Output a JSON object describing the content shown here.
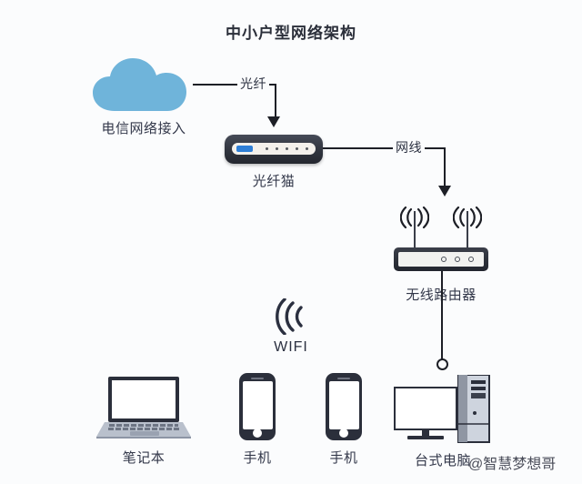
{
  "title": "中小户型网络架构",
  "nodes": {
    "cloud": {
      "label": "电信网络接入",
      "icon": "cloud-icon",
      "color": "#6fb4da"
    },
    "modem": {
      "label": "光纤猫",
      "icon": "modem-icon",
      "led_color": "#2f7fd6"
    },
    "router": {
      "label": "无线路由器",
      "icon": "wireless-router-icon"
    },
    "laptop": {
      "label": "笔记本",
      "icon": "laptop-icon"
    },
    "phone1": {
      "label": "手机",
      "icon": "smartphone-icon"
    },
    "phone2": {
      "label": "手机",
      "icon": "smartphone-icon"
    },
    "desktop": {
      "label": "台式电脑",
      "icon": "desktop-computer-icon"
    }
  },
  "links": {
    "fiber": {
      "label": "光纤"
    },
    "ethernet": {
      "label": "网线"
    }
  },
  "wifi": {
    "label": "WIFI",
    "icon": "wifi-signal-icon"
  },
  "watermark": "@智慧梦想哥"
}
